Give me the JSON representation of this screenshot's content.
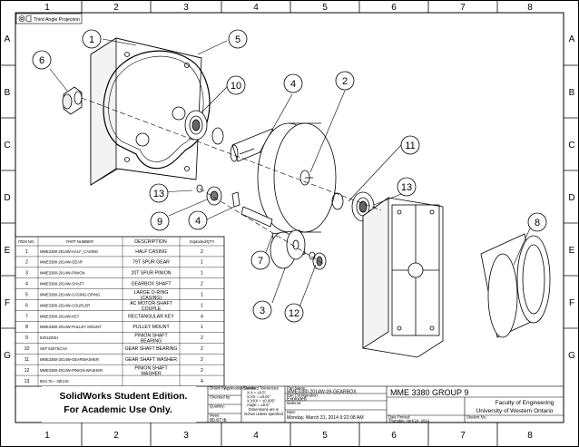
{
  "projection_label": "Third Angle Projection",
  "zones": {
    "columns": [
      "1",
      "2",
      "3",
      "4",
      "5",
      "6",
      "7",
      "8"
    ],
    "rows": [
      "A",
      "B",
      "C",
      "D",
      "E",
      "F",
      "G"
    ]
  },
  "balloons": [
    "1",
    "2",
    "3",
    "4",
    "5",
    "6",
    "7",
    "8",
    "9",
    "10",
    "11",
    "12",
    "13",
    "4",
    "13"
  ],
  "bom": {
    "headers": [
      "ITEM NO.",
      "PART NUMBER",
      "DESCRIPTION",
      "Exploded/QTY."
    ],
    "rows": [
      {
        "item": "1",
        "part": "MME3380-2014W-HALF_CASING",
        "desc": "HALF CASING",
        "qty": "2"
      },
      {
        "item": "2",
        "part": "MME3380-2014W-GEAR",
        "desc": "79T SPUR GEAR",
        "qty": "1"
      },
      {
        "item": "3",
        "part": "MME3380-2014W-PINION",
        "desc": "20T SPUR PINION",
        "qty": "1"
      },
      {
        "item": "4",
        "part": "MME3380-2014W-SHAFT",
        "desc": "GEARBOX SHAFT",
        "qty": "2"
      },
      {
        "item": "5",
        "part": "MME3380-2014W-CASING-ORING",
        "desc": "LARGE O-RING (CASING)",
        "qty": "1"
      },
      {
        "item": "6",
        "part": "MME3380-2014W-COUPLER",
        "desc": "AC MOTOR-SHAFT COUPLE",
        "qty": "1"
      },
      {
        "item": "7",
        "part": "MME3380-2014W-KEY",
        "desc": "RECTANGULAR KEY",
        "qty": "4"
      },
      {
        "item": "8",
        "part": "MME3380-2014W-PULLEY MOUNT",
        "desc": "PULLEY MOUNT",
        "qty": "1"
      },
      {
        "item": "9",
        "part": "6201ZZSH",
        "desc": "PINION SHAFT BEARING",
        "qty": "2"
      },
      {
        "item": "10",
        "part": "SKF 6207SCHA",
        "desc": "GEAR SHAFT BEARING",
        "qty": "2"
      },
      {
        "item": "11",
        "part": "MME3380-2014W-GEARWASHER",
        "desc": "GEAR SHAFT WASHER",
        "qty": "2"
      },
      {
        "item": "12",
        "part": "MME3380-2014W-PINION-WASHER",
        "desc": "PINION SHAFT WASHER",
        "qty": "2"
      },
      {
        "item": "13",
        "part": "BS4 7in - 3th14S",
        "desc": "",
        "qty": "4"
      }
    ]
  },
  "watermark": {
    "line1": "SolidWorks Student Edition.",
    "line2": "For Academic Use Only."
  },
  "title_block": {
    "drawn_by_label": "Drawn by:",
    "checked_by_label": "Checked by:",
    "quantity_label": "Quantity:",
    "mass_label": "Mass:",
    "mass_value": "80.67 lb",
    "application_label": "Application/Details:",
    "std_tol_label": "Standard Tolerances:",
    "tol_lines": [
      "X.X = ±0.5\"",
      "X.XX = ±0.01\"",
      "X.XXX = ±0.005\"",
      "Angle = ±0.5°"
    ],
    "dim_note": "Dimensions are in inches unless specified",
    "part_name_label": "Part Name:",
    "part_name": "MME3380-2014W-09-GEARBOX",
    "part_config_label": "Part Configuration:",
    "part_config": "Exploded",
    "material_label": "Material:",
    "date_label": "Date:",
    "date_value": "Monday, March 31, 2014 9:22:08 AM",
    "group": "MME 3380 GROUP 9",
    "faculty": "Faculty of Engineering",
    "university": "University of Western Ontario",
    "printed_label": "Date Printed:",
    "printed_value": "Thursday, April 24, 2014",
    "student_label": "Student No.:"
  }
}
